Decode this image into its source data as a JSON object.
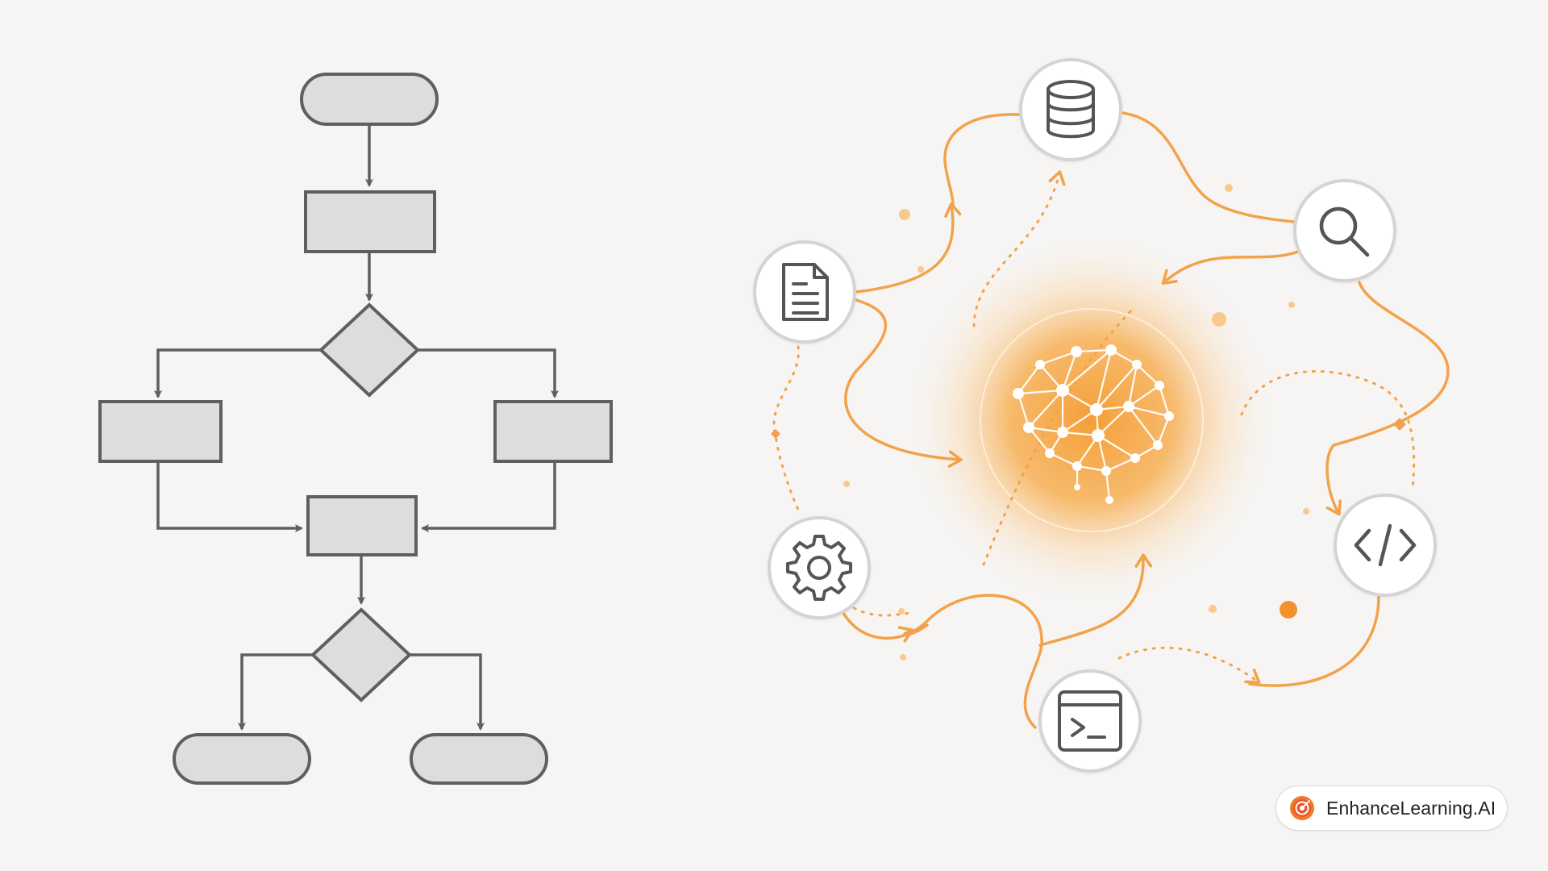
{
  "brand": {
    "name": "EnhanceLearning.AI",
    "logo_icon": "target-logo-icon",
    "accent_color": "#f29e3c",
    "secondary_color": "#e8572a"
  },
  "flowchart": {
    "style": "grayscale",
    "node_fill": "#dddddd",
    "stroke_color": "#5f5f5f",
    "nodes": [
      {
        "id": "start",
        "shape": "terminator"
      },
      {
        "id": "step-1",
        "shape": "process"
      },
      {
        "id": "decision-1",
        "shape": "decision"
      },
      {
        "id": "branch-left",
        "shape": "process"
      },
      {
        "id": "branch-right",
        "shape": "process"
      },
      {
        "id": "merge",
        "shape": "process"
      },
      {
        "id": "decision-2",
        "shape": "decision"
      },
      {
        "id": "end-left",
        "shape": "terminator"
      },
      {
        "id": "end-right",
        "shape": "terminator"
      }
    ],
    "edges": [
      {
        "from": "start",
        "to": "step-1"
      },
      {
        "from": "step-1",
        "to": "decision-1"
      },
      {
        "from": "decision-1",
        "to": "branch-left"
      },
      {
        "from": "decision-1",
        "to": "branch-right"
      },
      {
        "from": "branch-left",
        "to": "merge"
      },
      {
        "from": "branch-right",
        "to": "merge"
      },
      {
        "from": "merge",
        "to": "decision-2"
      },
      {
        "from": "decision-2",
        "to": "end-left"
      },
      {
        "from": "decision-2",
        "to": "end-right"
      }
    ]
  },
  "agent_network": {
    "center_icon": "ai-brain-network-icon",
    "glow_color": "#f7a23a",
    "tool_nodes": [
      {
        "id": "database",
        "icon": "database-icon"
      },
      {
        "id": "search",
        "icon": "search-icon"
      },
      {
        "id": "code",
        "icon": "code-icon"
      },
      {
        "id": "terminal",
        "icon": "terminal-icon"
      },
      {
        "id": "settings",
        "icon": "gear-icon"
      },
      {
        "id": "document",
        "icon": "document-icon"
      }
    ]
  }
}
